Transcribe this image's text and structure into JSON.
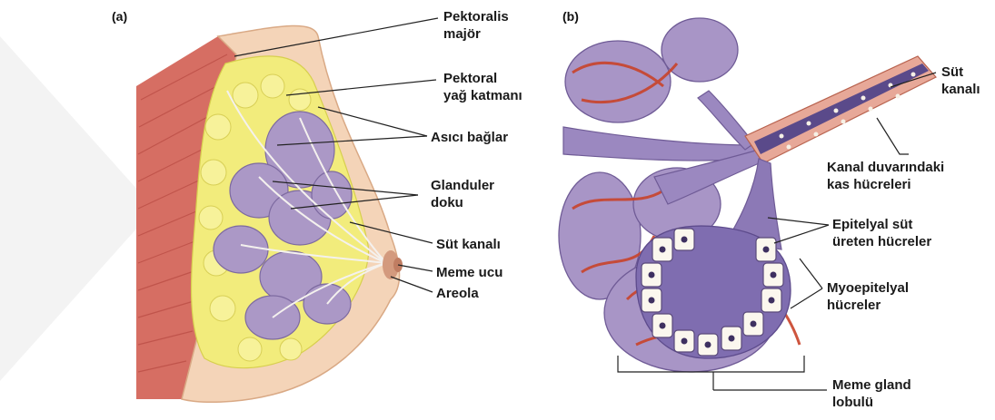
{
  "panel_a": {
    "tag": "(a)",
    "labels": {
      "pektoralis_line1": "Pektoralis",
      "pektoralis_line2": "majör",
      "yag_line1": "Pektoral",
      "yag_line2": "yağ katmanı",
      "asici": "Asıcı bağlar",
      "glanduler_line1": "Glanduler",
      "glanduler_line2": "doku",
      "sut_kanali": "Süt kanalı",
      "meme_ucu": "Meme ucu",
      "areola": "Areola"
    }
  },
  "panel_b": {
    "tag": "(b)",
    "labels": {
      "sut_line1": "Süt",
      "sut_line2": "kanalı",
      "kanal_line1": "Kanal duvarındaki",
      "kanal_line2": "kas hücreleri",
      "epitelyal_line1": "Epitelyal süt",
      "epitelyal_line2": "üreten hücreler",
      "myo_line1": "Myoepitelyal",
      "myo_line2": "hücreler",
      "lobul_line1": "Meme gland",
      "lobul_line2": "lobulü"
    }
  },
  "colors": {
    "muscle": "#d8736a",
    "skin": "#f3d2b5",
    "fat": "#f2ee86",
    "gland": "#a996c4",
    "vessel": "#c8452a",
    "cell": "#fbf7ee"
  }
}
